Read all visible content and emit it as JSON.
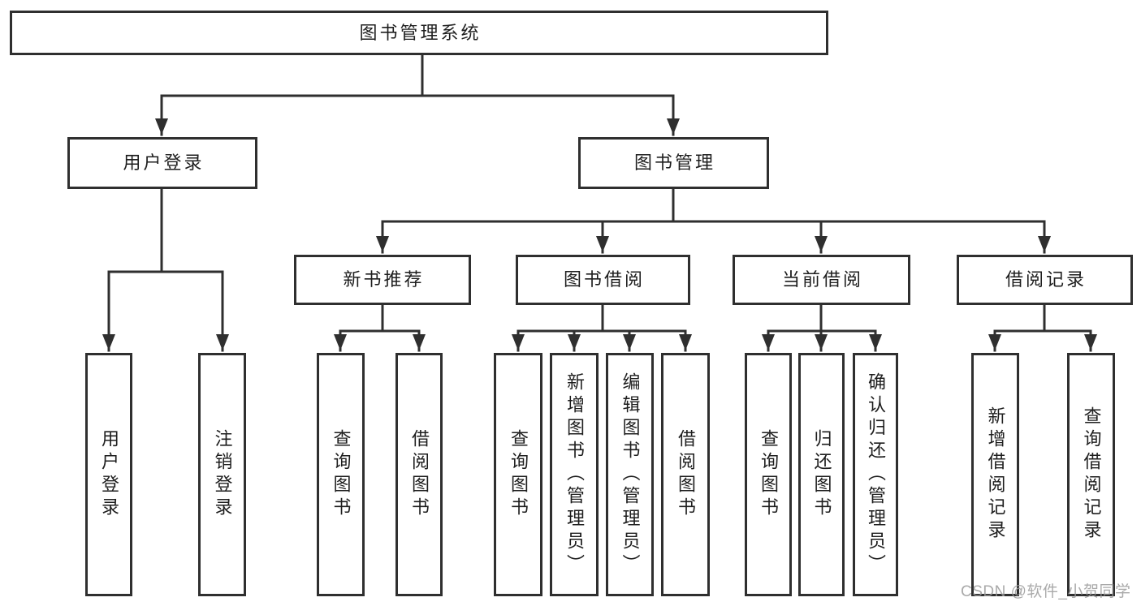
{
  "diagram": {
    "title": "图书管理系统",
    "branches": {
      "user_login": "用户登录",
      "book_management": "图书管理"
    },
    "user_login_children": {
      "login": "用户登录",
      "logout": "注销登录"
    },
    "book_management_children": {
      "new_book_recommend": "新书推荐",
      "book_borrow": "图书借阅",
      "current_borrow": "当前借阅",
      "borrow_record": "借阅记录"
    },
    "new_book_recommend_children": {
      "query_book": "查询图书",
      "borrow_book": "借阅图书"
    },
    "book_borrow_children": {
      "query_book": "查询图书",
      "add_book": "新增图书（管理员）",
      "edit_book": "编辑图书（管理员）",
      "borrow_book": "借阅图书"
    },
    "current_borrow_children": {
      "query_book": "查询图书",
      "return_book": "归还图书",
      "confirm_return": "确认归还（管理员）"
    },
    "borrow_record_children": {
      "add_record": "新增借阅记录",
      "query_record": "查询借阅记录"
    }
  },
  "watermark": {
    "text": "CSDN @软件_小贺同学"
  },
  "colors": {
    "line": "#2f2f2f",
    "text": "#1e1e1e",
    "watermark": "#9b9b9b",
    "background": "#ffffff"
  }
}
